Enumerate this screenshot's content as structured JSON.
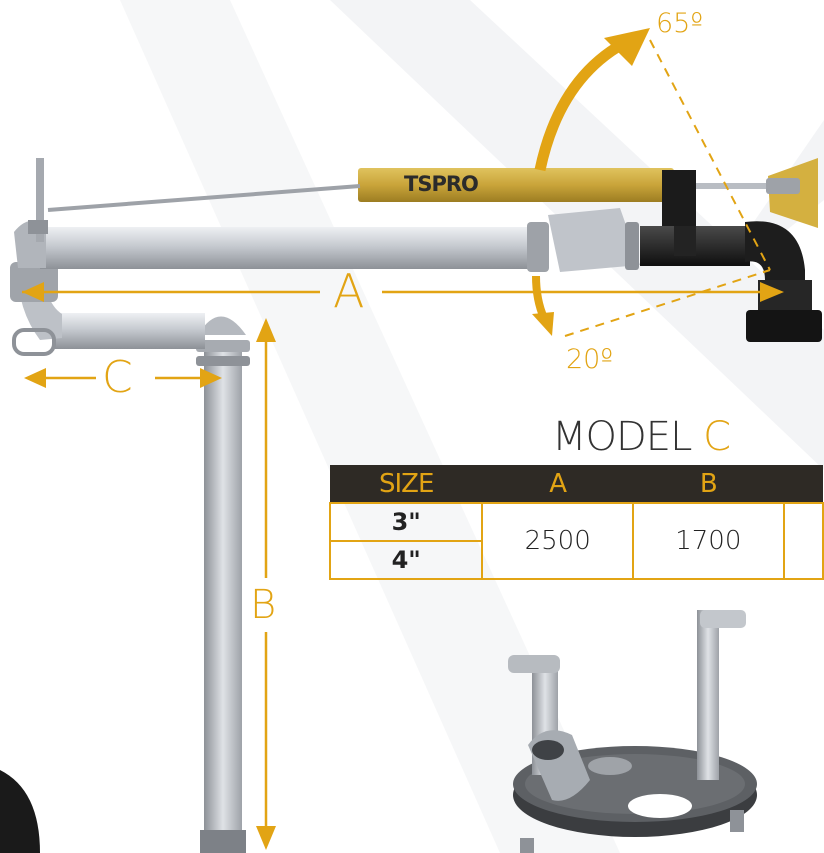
{
  "brand": {
    "logo_text": "TSPRO"
  },
  "dimensions": {
    "a": "A",
    "b": "B",
    "c": "C",
    "up_angle": "65º",
    "down_angle": "20º"
  },
  "model": {
    "prefix": "MODEL",
    "letter": "C"
  },
  "table": {
    "headers": [
      "SIZE",
      "A",
      "B"
    ],
    "sizes": [
      "3\"",
      "4\""
    ],
    "a_value": "2500",
    "b_value": "1700"
  },
  "colors": {
    "accent": "#e2a414",
    "header_bg": "#2e2a25",
    "pipe": "#c9ccd1",
    "cylinder": "#c9a43a"
  }
}
